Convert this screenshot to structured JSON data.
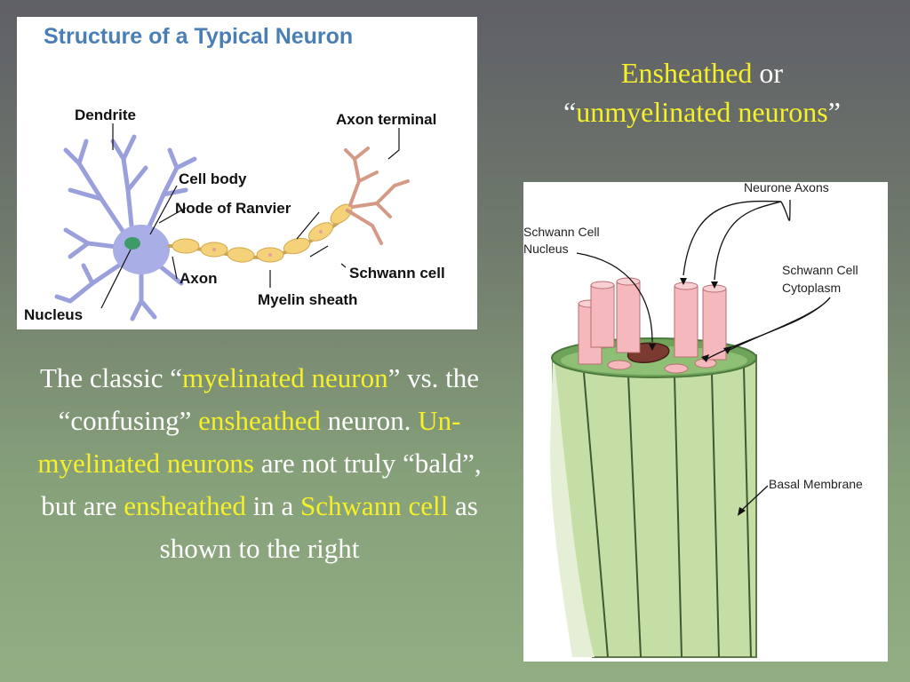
{
  "neuron_diagram": {
    "title": "Structure of a Typical Neuron",
    "labels": {
      "dendrite": "Dendrite",
      "axon_terminal": "Axon terminal",
      "cell_body": "Cell body",
      "node_of_ranvier": "Node of Ranvier",
      "axon": "Axon",
      "schwann_cell": "Schwann cell",
      "nucleus": "Nucleus",
      "myelin_sheath": "Myelin sheath"
    },
    "colors": {
      "title": "#4a7fb5",
      "cell": "#a9aee6",
      "myelin": "#f5d27a",
      "terminal": "#d49a86"
    }
  },
  "right_title": {
    "part1": "Ensheathed",
    "part2": " or",
    "part3": "“",
    "part4": "unmyelinated neurons",
    "part5": "”"
  },
  "body_text": {
    "s1": "The classic “",
    "s2": "myelinated neuron",
    "s3": "” vs. the “confusing” ",
    "s4": "ensheathed",
    "s5": " neuron.  ",
    "s6": "Un-myelinated neurons",
    "s7": " are not truly “bald”, but are ",
    "s8": "ensheathed",
    "s9": " in a ",
    "s10": "Schwann cell",
    "s11": " as shown to the right"
  },
  "sheath_diagram": {
    "labels": {
      "neurone_axons": "Neurone Axons",
      "schwann_nucleus_1": "Schwann Cell",
      "schwann_nucleus_2": "Nucleus",
      "schwann_cytoplasm_1": "Schwann Cell",
      "schwann_cytoplasm_2": "Cytoplasm",
      "basal_membrane": "Basal Membrane"
    },
    "colors": {
      "cylinder": "#c5dea6",
      "top": "#6fa35a",
      "axon": "#f4b8bd",
      "nucleus": "#7a3a2f"
    }
  },
  "colors": {
    "highlight": "#f5f02a",
    "text": "#ffffff"
  }
}
